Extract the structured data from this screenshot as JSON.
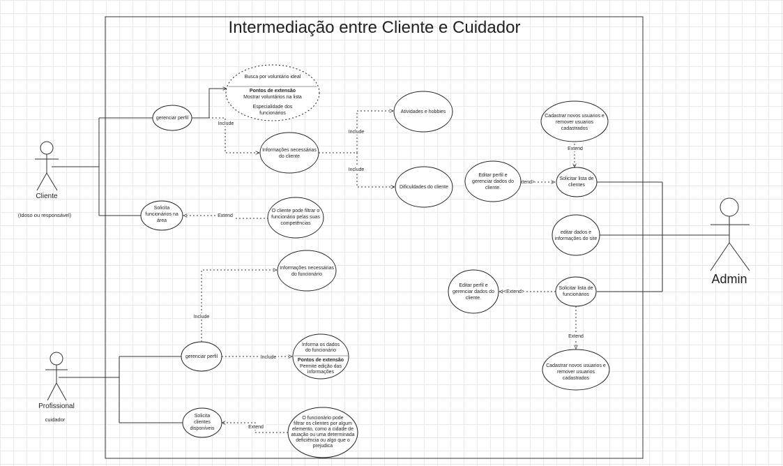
{
  "diagram": {
    "title": "Intermediação entre Cliente e Cuidador",
    "actors": {
      "cliente": {
        "name": "Cliente",
        "note": "(Idoso ou responsável)"
      },
      "profissional": {
        "name": "Profissional",
        "note": "cuidador"
      },
      "admin": {
        "name": "Admin"
      }
    },
    "use_cases": {
      "gerenciar_perfil_cliente": [
        "gerenciar perfil"
      ],
      "busca_voluntario": [
        "Busca por voluntário ideal"
      ],
      "pontos_extensao_1": [
        "Pontos de extensão"
      ],
      "mostrar_voluntarios": [
        "Mostrar voluntários na lista"
      ],
      "especialidade_funcionarios": [
        "Especialidade dos",
        "funcionários"
      ],
      "informacoes_cliente": [
        "Informações necessárias",
        "do cliente"
      ],
      "atividades_hobbies": [
        "Atividades e hobbies"
      ],
      "dificuldades_cliente": [
        "Dificuldades do cliente"
      ],
      "solicita_funcionarios": [
        "Solicita",
        "funcionários na",
        "área"
      ],
      "cliente_filtrar": [
        "O cliente pode filtrar o",
        "funcionário pelas suas",
        "competências"
      ],
      "info_funcionario": [
        "Informações necessárias",
        "do funcionário"
      ],
      "gerenciar_perfil_prof": [
        "gerenciar perfil"
      ],
      "informa_dados_func": [
        "Informa os dados",
        "do funcionário"
      ],
      "pontos_extensao_2": [
        "Pontos de extensão"
      ],
      "permite_edicao": [
        "Permite edição das",
        "informações"
      ],
      "solicita_clientes": [
        "Solicita",
        "clientes",
        "disponíveis"
      ],
      "funcionario_filtrar": [
        "O funcionário pode",
        "filtrar os clientes por algum",
        "elemento, como a cidade de",
        "atuação ou uma determinada",
        "deficiência ou algo que o",
        "prejudica"
      ],
      "cadastrar_remover_1": [
        "Cadastrar novos usuarios e",
        "remover usuarios",
        "cadastrados"
      ],
      "editar_perfil_cliente": [
        "Editar perfil  e",
        "gerenciar dados do",
        "cliente."
      ],
      "solicitar_lista_clientes": [
        "Solicitar lista de",
        "clientes"
      ],
      "editar_dados_site": [
        "editar dados e",
        "informações do site"
      ],
      "editar_perfil_func": [
        "Editar perfil  e",
        "gerenciar dados do",
        "cliente."
      ],
      "solicitar_lista_func": [
        "Solicitar lista de",
        "funcionários"
      ],
      "cadastrar_remover_2": [
        "Cadastrar novos usuarios e",
        "remover usuarios",
        "cadastrados"
      ]
    },
    "relations": {
      "include": "Include",
      "extend": "Extend",
      "extend_angled": "<Extend>"
    }
  }
}
